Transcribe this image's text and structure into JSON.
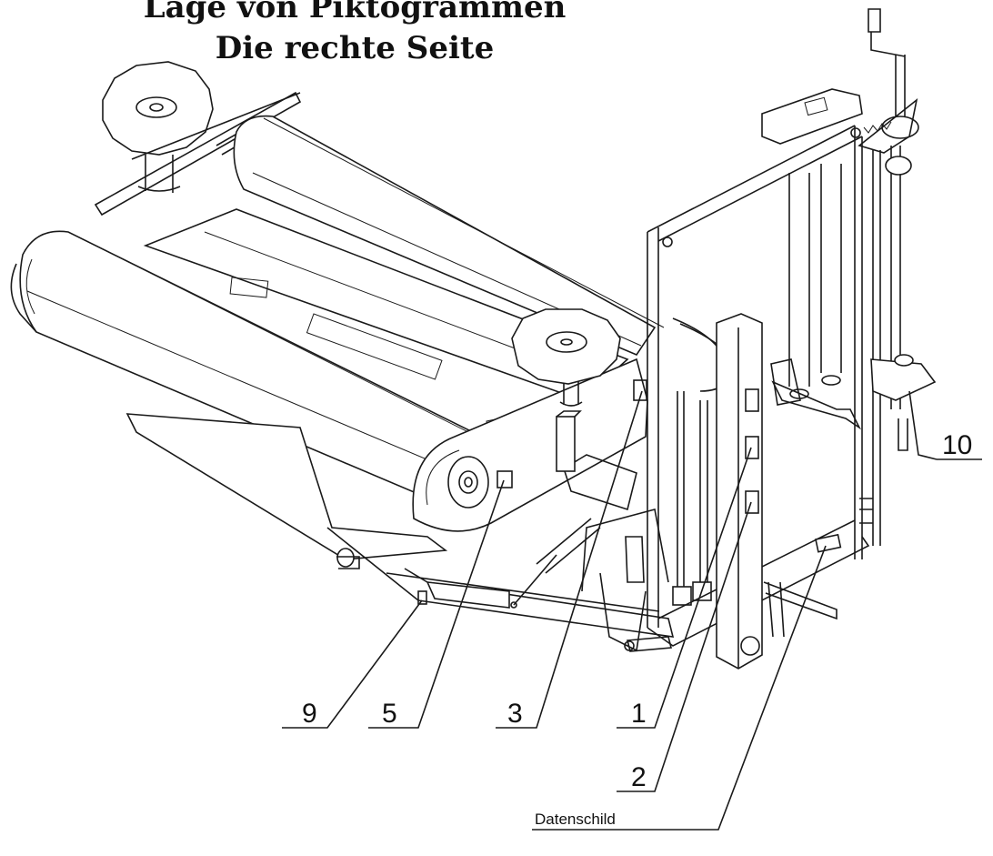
{
  "title": {
    "line1": "Lage von Piktogrammen",
    "line2": "Die rechte Seite"
  },
  "callouts": [
    {
      "id": "9",
      "label": "9"
    },
    {
      "id": "5",
      "label": "5"
    },
    {
      "id": "3",
      "label": "3"
    },
    {
      "id": "1",
      "label": "1"
    },
    {
      "id": "2",
      "label": "2"
    },
    {
      "id": "10",
      "label": "10"
    },
    {
      "id": "datenschild",
      "label": "Datenschild"
    }
  ]
}
